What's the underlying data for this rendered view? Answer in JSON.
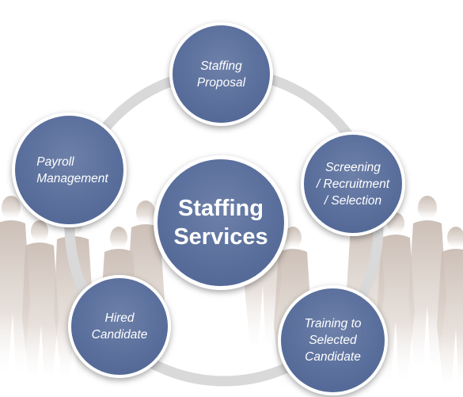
{
  "diagram": {
    "center": {
      "lines": [
        "Staffing",
        "Services"
      ]
    },
    "nodes": [
      {
        "id": "top",
        "lines": [
          "Staffing",
          "Proposal"
        ]
      },
      {
        "id": "right",
        "lines": [
          "Screening",
          "/ Recruitment",
          "/ Selection"
        ]
      },
      {
        "id": "bottom_right",
        "lines": [
          "Training to",
          "Selected",
          "Candidate"
        ]
      },
      {
        "id": "bottom_left",
        "lines": [
          "Hired",
          "Candidate"
        ]
      },
      {
        "id": "left",
        "lines": [
          "Payroll",
          "Management"
        ]
      }
    ],
    "colors": {
      "node_fill": "#5a6f9c",
      "node_border": "#ffffff",
      "ring": "#d9d9d9",
      "silhouette": "#d8cfc9"
    }
  }
}
